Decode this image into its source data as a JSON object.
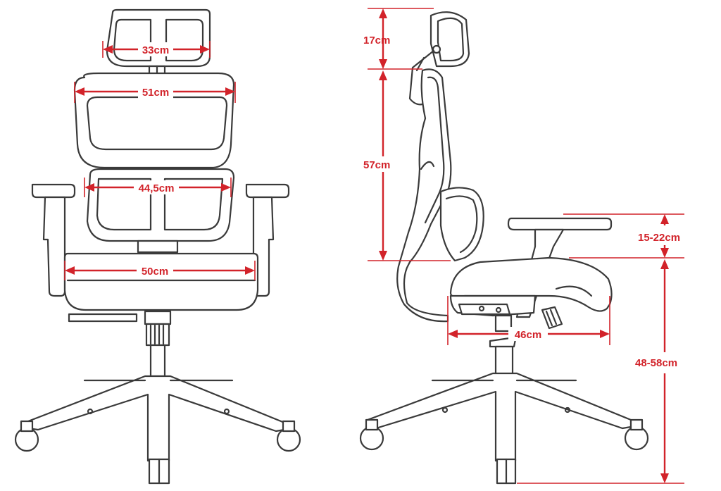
{
  "front_view": {
    "headrest_width": "33cm",
    "backrest_width": "51cm",
    "lumbar_width": "44,5cm",
    "seat_width": "50cm"
  },
  "side_view": {
    "headrest_height": "17cm",
    "backrest_height": "57cm",
    "armrest_adjust": "15-22cm",
    "seat_depth": "46cm",
    "seat_height": "48-58cm"
  },
  "colors": {
    "dimension": "#d2232a",
    "outline": "#3a3a3a"
  }
}
